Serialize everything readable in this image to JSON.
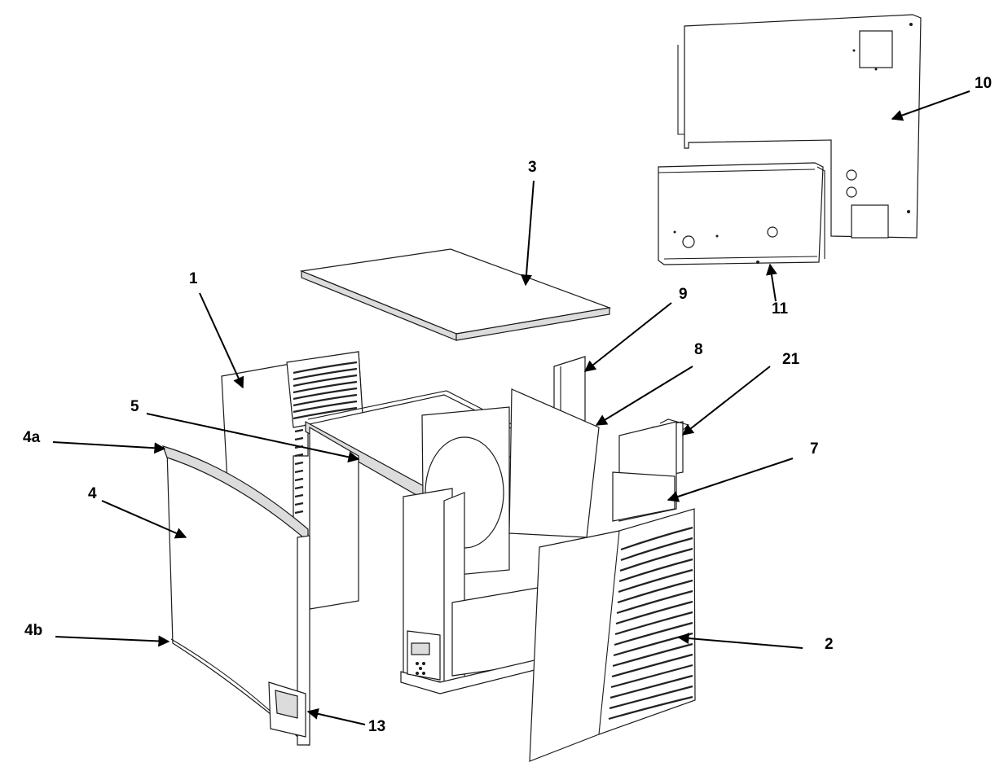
{
  "diagram": {
    "callouts": [
      {
        "id": "1",
        "text": "1"
      },
      {
        "id": "2",
        "text": "2"
      },
      {
        "id": "3",
        "text": "3"
      },
      {
        "id": "4",
        "text": "4"
      },
      {
        "id": "4a",
        "text": "4a"
      },
      {
        "id": "4b",
        "text": "4b"
      },
      {
        "id": "5",
        "text": "5"
      },
      {
        "id": "7",
        "text": "7"
      },
      {
        "id": "8",
        "text": "8"
      },
      {
        "id": "9",
        "text": "9"
      },
      {
        "id": "10",
        "text": "10"
      },
      {
        "id": "11",
        "text": "11"
      },
      {
        "id": "13",
        "text": "13"
      },
      {
        "id": "21",
        "text": "21"
      }
    ]
  }
}
